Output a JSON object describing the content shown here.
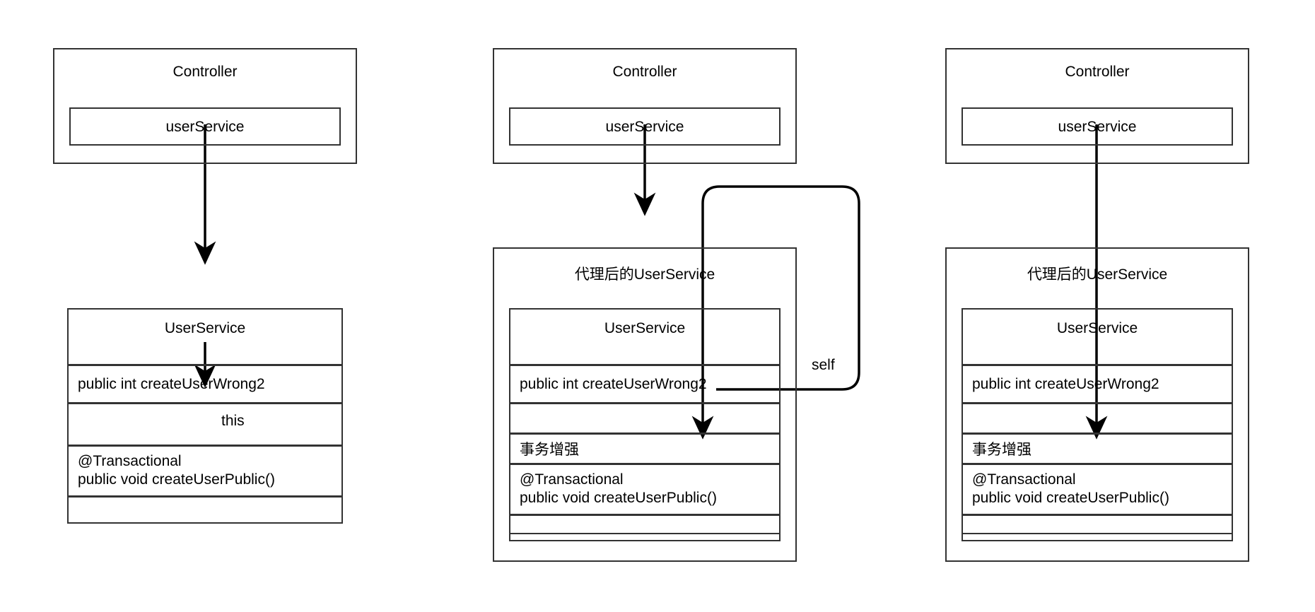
{
  "page": {
    "title": "Spring @Transactional self-invocation proxy diagrams",
    "background_color": "#ffffff",
    "stroke_color": "#333333",
    "arrow_color": "#000000",
    "text_color": "#000000"
  },
  "diagrams": [
    {
      "id": "diagram-1",
      "name": "direct-this-invocation",
      "controller": {
        "title": "Controller",
        "field": "userService"
      },
      "service": {
        "title": "UserService",
        "rows": [
          "public int createUserWrong2",
          "",
          "@Transactional\npublic void createUserPublic()",
          ""
        ]
      },
      "edges": [
        {
          "from": "controller-field",
          "to": "service-title",
          "label": ""
        },
        {
          "from": "createUserWrong2",
          "to": "transactional-method",
          "label": "this"
        }
      ]
    },
    {
      "id": "diagram-2",
      "name": "proxy-self-invocation",
      "controller": {
        "title": "Controller",
        "field": "userService"
      },
      "proxy": {
        "title": "代理后的UserService",
        "inner": {
          "title": "UserService",
          "rows": [
            "public int createUserWrong2",
            "",
            "事务增强",
            "@Transactional\npublic void createUserPublic()",
            ""
          ]
        }
      },
      "edges": [
        {
          "from": "controller-field",
          "to": "proxy-box",
          "label": ""
        },
        {
          "from": "createUserWrong2",
          "to": "transaction-enhancement",
          "label": "self"
        }
      ]
    },
    {
      "id": "diagram-3",
      "name": "proxy-direct-invocation",
      "controller": {
        "title": "Controller",
        "field": "userService"
      },
      "proxy": {
        "title": "代理后的UserService",
        "inner": {
          "title": "UserService",
          "rows": [
            "public int createUserWrong2",
            "",
            "事务增强",
            "@Transactional\npublic void createUserPublic()",
            ""
          ]
        }
      },
      "edges": [
        {
          "from": "controller-field",
          "to": "transaction-enhancement",
          "label": ""
        }
      ]
    }
  ],
  "labels": {
    "controller": "Controller",
    "user_service_field": "userService",
    "user_service": "UserService",
    "proxy_user_service": "代理后的UserService",
    "create_user_wrong2": "public int createUserWrong2",
    "transaction_enhancement": "事务增强",
    "transactional_annotation": "@Transactional",
    "create_user_public": "public void createUserPublic()",
    "transactional_method": "@Transactional\npublic void createUserPublic()",
    "edge_this": "this",
    "edge_self": "self",
    "empty": ""
  }
}
